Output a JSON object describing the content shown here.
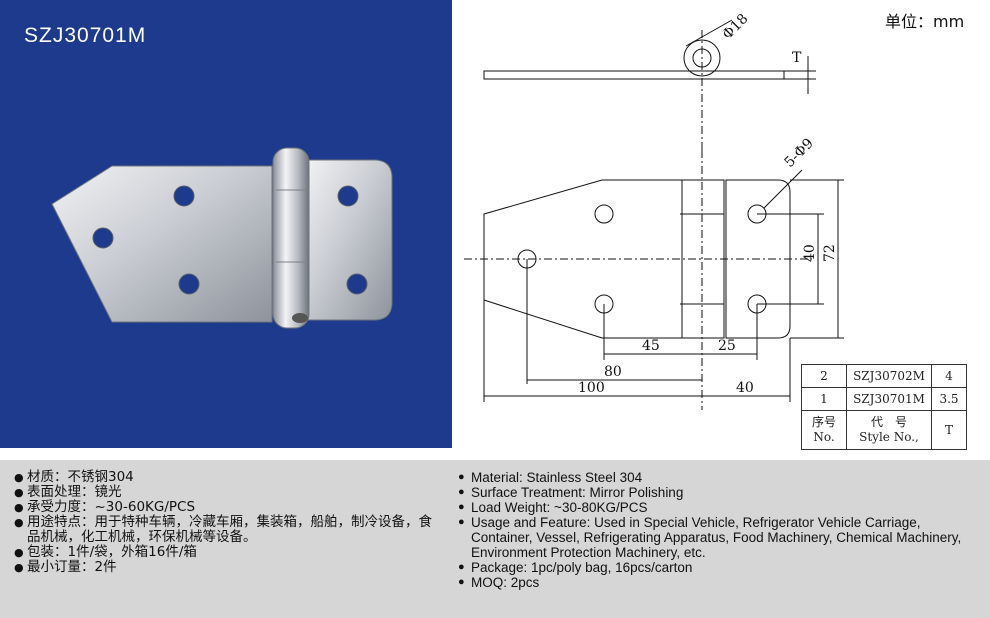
{
  "photo": {
    "model": "SZJ30701M",
    "background": "#1d3a8c"
  },
  "unit_label": "单位：mm",
  "drawing": {
    "diameter_pin": "Φ18",
    "thickness": "T",
    "holes": "5-Φ9",
    "dims": {
      "d40": "40",
      "d72": "72",
      "d45": "45",
      "d25": "25",
      "d80": "80",
      "d100": "100",
      "d40b": "40"
    }
  },
  "table": {
    "rows": [
      {
        "no": "2",
        "style": "SZJ30702M",
        "t": "4"
      },
      {
        "no": "1",
        "style": "SZJ30701M",
        "t": "3.5"
      }
    ],
    "header": {
      "no_cn": "序号",
      "no_en": "No.",
      "style_cn": "代　号",
      "style_en": "Style No.,",
      "t": "T"
    }
  },
  "specs_cn": [
    "材质：不锈钢304",
    "表面处理：镜光",
    "承受力度：~30-60KG/PCS",
    "用途特点：用于特种车辆，冷藏车厢，集装箱，船舶，制冷设备，食品机械，化工机械，环保机械等设备。",
    "包装：1件/袋，外箱16件/箱",
    "最小订量：2件"
  ],
  "specs_en": [
    "Material: Stainless Steel 304",
    "Surface Treatment: Mirror Polishing",
    "Load Weight: ~30-80KG/PCS",
    "Usage and Feature: Used in Special Vehicle, Refrigerator Vehicle Carriage, Container, Vessel, Refrigerating Apparatus, Food Machinery, Chemical Machinery, Environment Protection Machinery, etc.",
    "Package: 1pc/poly bag, 16pcs/carton",
    "MOQ: 2pcs"
  ]
}
